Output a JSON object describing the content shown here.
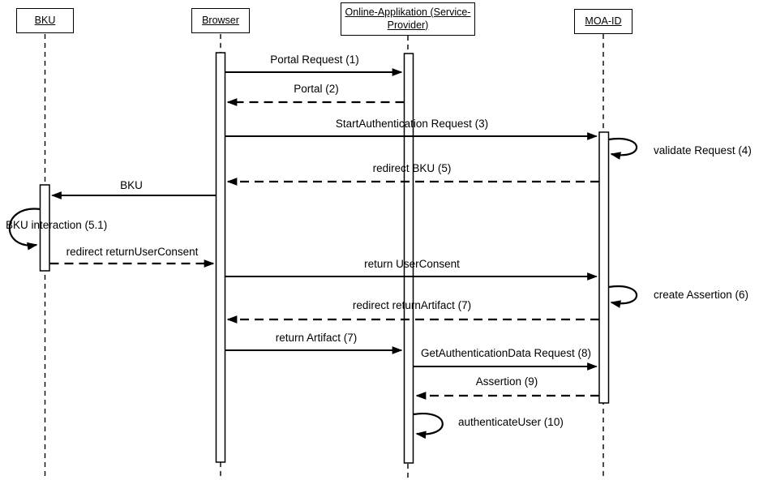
{
  "diagram": {
    "type": "uml-sequence-diagram",
    "actors": [
      {
        "id": "bku",
        "label": "BKU"
      },
      {
        "id": "browser",
        "label": "Browser"
      },
      {
        "id": "online-app",
        "label": "Online-Applikation (Service-Provider)"
      },
      {
        "id": "moa-id",
        "label": "MOA-ID"
      }
    ],
    "messages": [
      {
        "label": "Portal Request (1)",
        "from": "browser",
        "to": "online-app",
        "type": "solid"
      },
      {
        "label": "Portal (2)",
        "from": "online-app",
        "to": "browser",
        "type": "dashed"
      },
      {
        "label": "StartAuthentication Request (3)",
        "from": "browser",
        "to": "moa-id",
        "type": "solid"
      },
      {
        "label": "validate Request (4)",
        "from": "moa-id",
        "to": "moa-id",
        "type": "self"
      },
      {
        "label": "redirect BKU (5)",
        "from": "moa-id",
        "to": "browser",
        "type": "dashed"
      },
      {
        "label": "BKU",
        "from": "browser",
        "to": "bku",
        "type": "solid"
      },
      {
        "label": "BKU interaction (5.1)",
        "from": "bku",
        "to": "bku",
        "type": "self"
      },
      {
        "label": "redirect returnUserConsent",
        "from": "bku",
        "to": "browser",
        "type": "dashed"
      },
      {
        "label": "return UserConsent",
        "from": "browser",
        "to": "moa-id",
        "type": "solid"
      },
      {
        "label": "create Assertion (6)",
        "from": "moa-id",
        "to": "moa-id",
        "type": "self"
      },
      {
        "label": "redirect returnArtifact (7)",
        "from": "moa-id",
        "to": "browser",
        "type": "dashed"
      },
      {
        "label": "return Artifact (7)",
        "from": "browser",
        "to": "online-app",
        "type": "solid"
      },
      {
        "label": "GetAuthenticationData Request (8)",
        "from": "online-app",
        "to": "moa-id",
        "type": "solid"
      },
      {
        "label": "Assertion (9)",
        "from": "moa-id",
        "to": "online-app",
        "type": "dashed"
      },
      {
        "label": "authenticateUser (10)",
        "from": "online-app",
        "to": "online-app",
        "type": "self"
      }
    ],
    "colors": {
      "line": "#000000",
      "background": "#ffffff"
    }
  }
}
